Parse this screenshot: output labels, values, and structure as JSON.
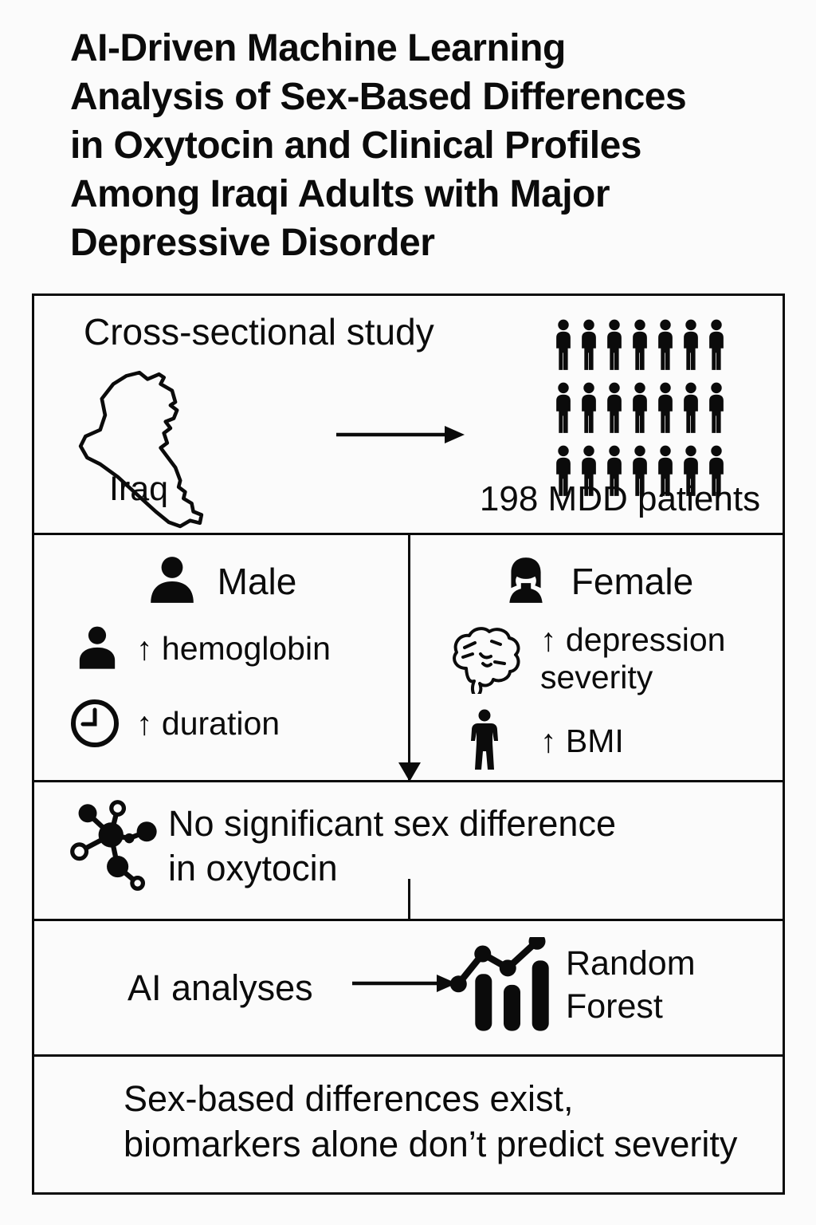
{
  "title": "AI-Driven Machine Learning\nAnalysis of Sex-Based Differences\nin Oxytocin and Clinical Profiles\nAmong Iraqi Adults with Major\nDepressive Disorder",
  "study": {
    "label": "Cross-sectional study",
    "country": "Iraq",
    "patients": "198 MDD patients",
    "patient_icon_count": 21,
    "icons_per_row": 7
  },
  "male": {
    "heading": "Male",
    "finding_hemoglobin": "↑ hemoglobin",
    "finding_duration": "↑ duration"
  },
  "female": {
    "heading": "Female",
    "finding_depression": "↑ depression\nseverity",
    "finding_bmi": "↑ BMI"
  },
  "oxytocin": {
    "text": "No significant sex difference\nin oxytocin"
  },
  "ai": {
    "label": "AI analyses",
    "model": "Random\nForest"
  },
  "conclusion": {
    "text": "Sex-based differences exist,\nbiomarkers alone don’t predict severity"
  },
  "colors": {
    "ink": "#0b0b0b",
    "background": "#fbfbfb"
  },
  "icons": {
    "map": "iraq-map-icon",
    "patients": "person-icon",
    "male": "male-bust-icon",
    "female": "female-bust-icon",
    "hemoglobin": "person-bust-icon",
    "duration": "clock-icon",
    "depression": "brain-icon",
    "bmi": "standing-person-icon",
    "oxytocin": "molecule-icon",
    "random_forest": "bar-chart-trend-icon",
    "flow_right": "right-arrow-icon",
    "flow_down": "down-arrow-icon"
  }
}
